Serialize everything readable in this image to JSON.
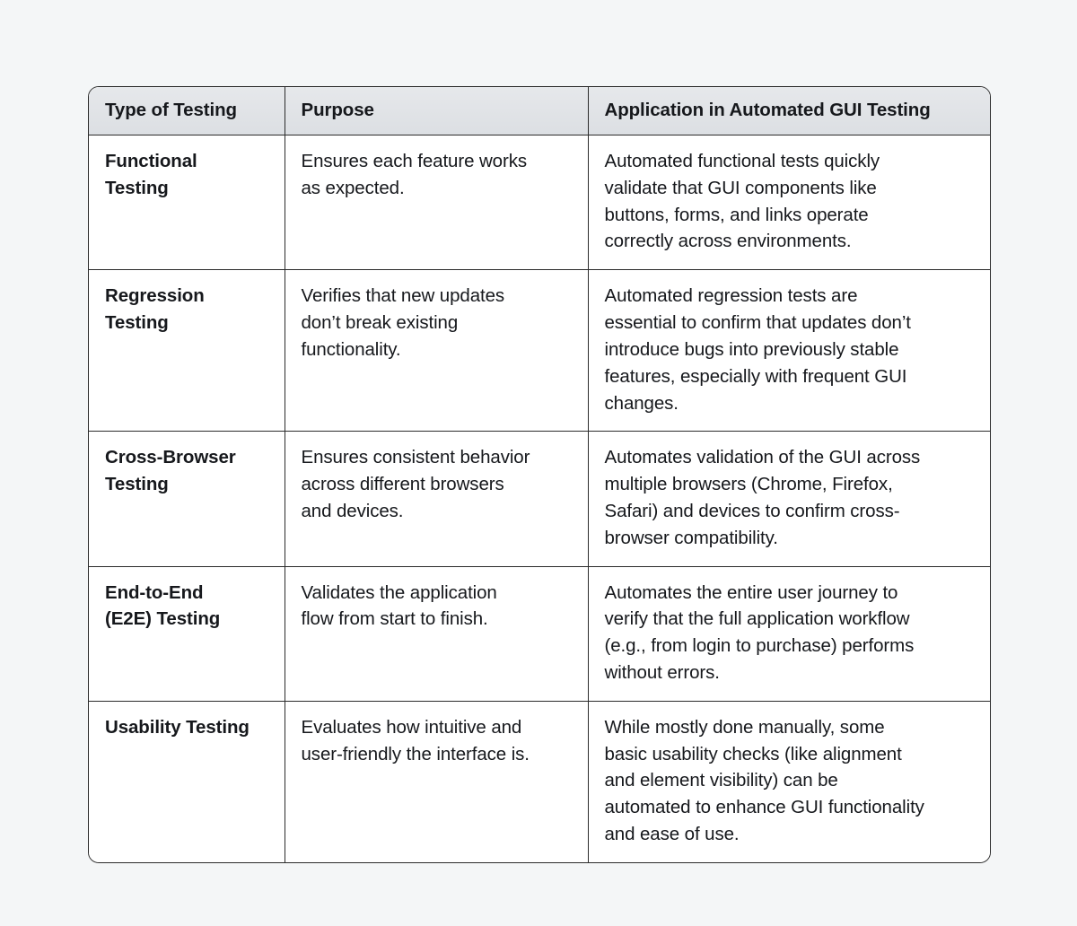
{
  "page": {
    "background_color": "#f4f6f7",
    "card_border_color": "#2b2b2b",
    "header_background_color": "#dee1e5",
    "text_color": "#16181c"
  },
  "table": {
    "name": "types-of-testing-table",
    "columns": [
      "Type of Testing",
      "Purpose",
      "Application in Automated GUI Testing"
    ],
    "rows": [
      {
        "type": "Functional\nTesting",
        "purpose": "Ensures each feature works\nas expected.",
        "application": "Automated functional tests quickly\nvalidate that GUI components like\nbuttons, forms, and links operate\ncorrectly across environments."
      },
      {
        "type": "Regression\nTesting",
        "purpose": "Verifies that new updates\ndon’t break existing\nfunctionality.",
        "application": "Automated regression tests are\nessential to confirm that updates don’t\nintroduce bugs into previously stable\nfeatures, especially with frequent GUI\nchanges."
      },
      {
        "type": "Cross-Browser\nTesting",
        "purpose": "Ensures consistent behavior\nacross different browsers\nand devices.",
        "application": "Automates validation of the GUI across\nmultiple browsers (Chrome, Firefox,\nSafari) and devices to confirm cross-\nbrowser compatibility."
      },
      {
        "type": "End-to-End\n(E2E) Testing",
        "purpose": "Validates the application\nflow from start to finish.",
        "application": "Automates the entire user journey to\nverify that the full application workflow\n(e.g., from login to purchase) performs\nwithout errors."
      },
      {
        "type": "Usability Testing",
        "purpose": "Evaluates how intuitive and\nuser-friendly the interface is.",
        "application": "While mostly done manually, some\nbasic usability checks (like alignment\nand element visibility) can be\nautomated to enhance GUI functionality\nand ease of use."
      }
    ]
  }
}
